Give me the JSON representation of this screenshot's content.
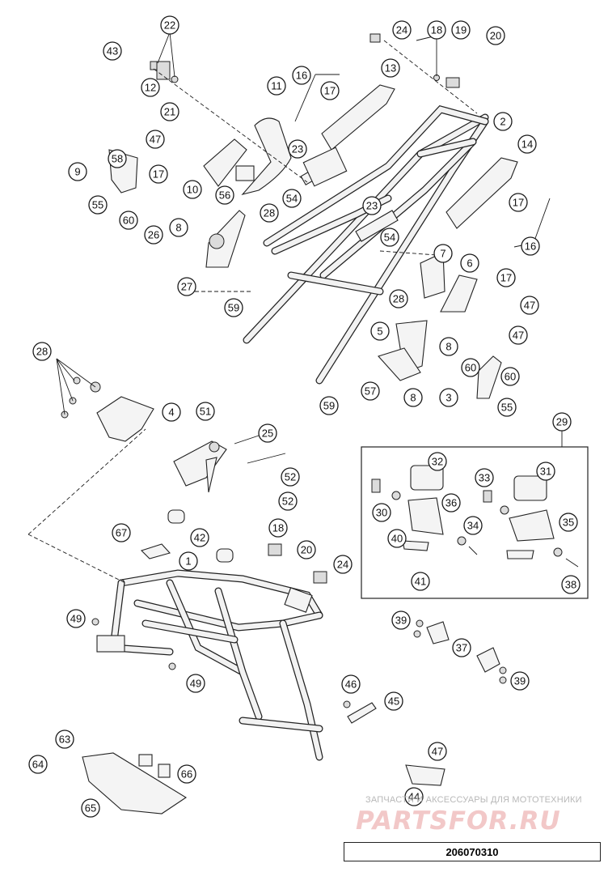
{
  "diagram": {
    "reference_number": "206070310",
    "watermark": {
      "caption": "ЗАПЧАСТИ И АКСЕССУАРЫ ДЛЯ МОТОТЕХНИКИ",
      "logo": "PARTSFOR.RU"
    },
    "callouts": [
      "43",
      "22",
      "12",
      "24",
      "18",
      "19",
      "20",
      "13",
      "16",
      "17",
      "11",
      "21",
      "2",
      "47",
      "14",
      "23",
      "58",
      "59",
      "9",
      "10",
      "56",
      "55",
      "60",
      "26",
      "54",
      "28",
      "8",
      "7",
      "6",
      "27",
      "59",
      "5",
      "57",
      "60",
      "3",
      "4",
      "51",
      "25",
      "52",
      "29",
      "32",
      "33",
      "31",
      "30",
      "36",
      "34",
      "35",
      "40",
      "38",
      "41",
      "67",
      "42",
      "18",
      "1",
      "20",
      "24",
      "39",
      "37",
      "49",
      "46",
      "45",
      "63",
      "64",
      "66",
      "65",
      "44"
    ]
  }
}
